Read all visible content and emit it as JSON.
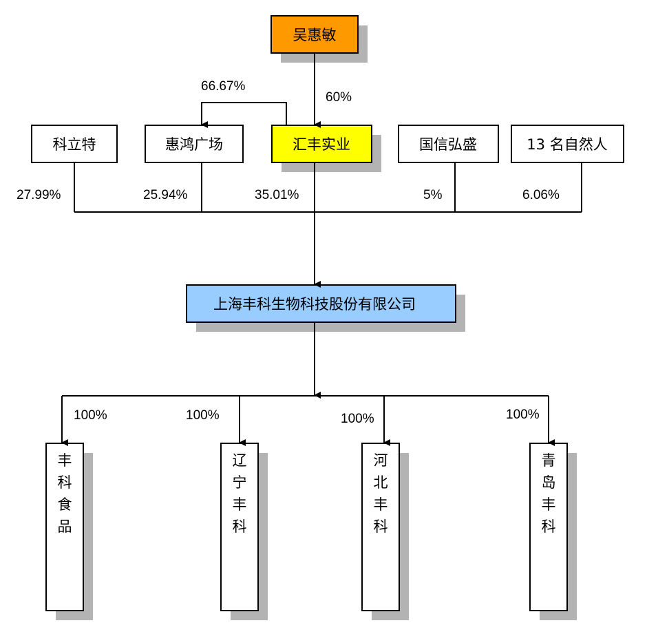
{
  "nodes": {
    "top_person": {
      "label": "吴惠敏",
      "fill": "#ff9900"
    },
    "huifeng": {
      "label": "汇丰实业",
      "fill": "#ffff00"
    },
    "kelite": {
      "label": "科立特",
      "fill": "#ffffff"
    },
    "huihong": {
      "label": "惠鸿广场",
      "fill": "#ffffff"
    },
    "guoxin": {
      "label": "国信弘盛",
      "fill": "#ffffff"
    },
    "natural_persons": {
      "label": "13 名自然人",
      "fill": "#ffffff"
    },
    "company": {
      "label": "上海丰科生物科技股份有限公司",
      "fill": "#99ccff"
    },
    "sub_food": {
      "label": "丰科食品",
      "fill": "#ffffff"
    },
    "sub_liaoning": {
      "label": "辽宁丰科",
      "fill": "#ffffff"
    },
    "sub_hebei": {
      "label": "河北丰科",
      "fill": "#ffffff"
    },
    "sub_qingdao": {
      "label": "青岛丰科",
      "fill": "#ffffff"
    }
  },
  "percentages": {
    "person_to_huifeng": "60%",
    "huifeng_to_huihong": "66.67%",
    "kelite": "27.99%",
    "huihong": "25.94%",
    "huifeng": "35.01%",
    "guoxin": "5%",
    "natural_persons": "6.06%",
    "sub_food": "100%",
    "sub_liaoning": "100%",
    "sub_hebei": "100%",
    "sub_qingdao": "100%"
  },
  "colors": {
    "shadow": "#b3b3b3",
    "line": "#000000"
  }
}
